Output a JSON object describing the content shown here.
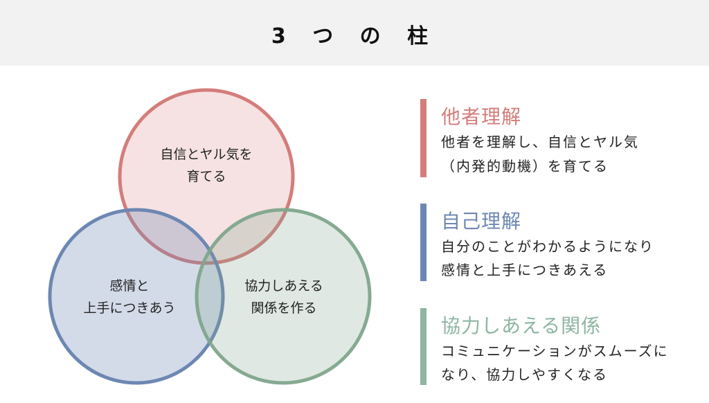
{
  "title": "3 つ の 柱",
  "colors": {
    "red": "#d47d7b",
    "blue": "#6d87b3",
    "green": "#7fa58c",
    "green_head": "#8db5a2"
  },
  "venn": {
    "top": {
      "line1": "自信とヤル気を",
      "line2": "育てる"
    },
    "left": {
      "line1": "感情と",
      "line2": "上手につきあう"
    },
    "right": {
      "line1": "協力しあえる",
      "line2": "関係を作る"
    }
  },
  "sections": [
    {
      "heading": "他者理解",
      "lines": [
        "他者を理解し、自信とヤル気",
        "（内発的動機）を育てる"
      ]
    },
    {
      "heading": "自己理解",
      "lines": [
        "自分のことがわかるようになり",
        "感情と上手につきあえる"
      ]
    },
    {
      "heading": "協力しあえる関係",
      "lines": [
        "コミュニケーションがスムーズに",
        "なり、協力しやすくなる"
      ]
    }
  ]
}
